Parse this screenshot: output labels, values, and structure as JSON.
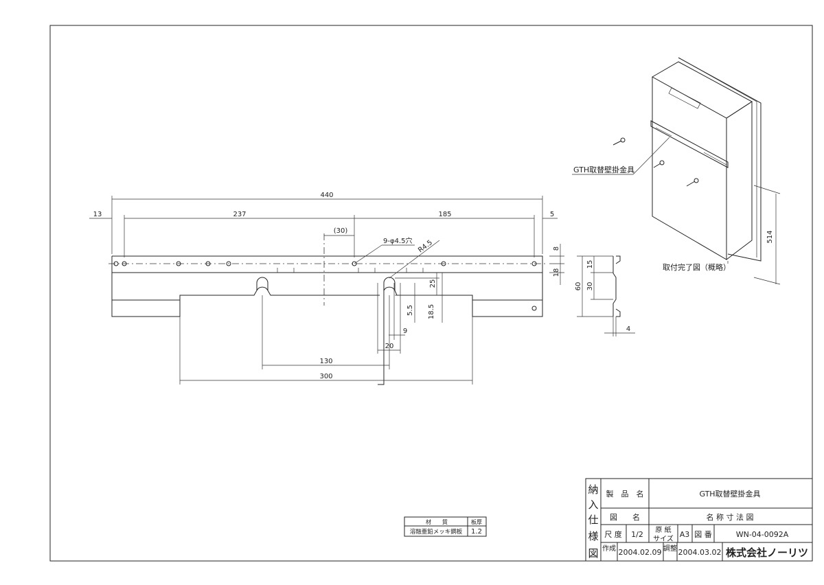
{
  "dimensions": {
    "overall_length": "440",
    "left_margin": "13",
    "left_span": "237",
    "right_span": "185",
    "right_margin": "5",
    "center_offset": "(30)",
    "holes_note": "9-φ4.5穴",
    "radius_note": "R4.5",
    "hole_from_top": "8",
    "hole_spacing_v": "18",
    "slot_depth": "25",
    "slot_5_5": "5.5",
    "slot_18_5": "18.5",
    "slot_width_9": "9",
    "slot_spacing_20": "20",
    "slots_pitch": "130",
    "bottom_width": "300",
    "section_15": "15",
    "section_30": "30",
    "section_60": "60",
    "section_4": "4",
    "iso_height": "514"
  },
  "iso": {
    "label_part": "GTH取替壁掛金具",
    "caption": "取付完了図（概略）"
  },
  "material_table": {
    "headers": [
      "材　　質",
      "板厚"
    ],
    "material": "溶融亜鉛メッキ鋼板",
    "thickness": "1.2"
  },
  "title_block": {
    "side_label": [
      "納",
      "入",
      "仕",
      "様",
      "図"
    ],
    "product_name_label": "製　品　名",
    "product_name": "GTH取替壁掛金具",
    "drawing_name_label": "図　　名",
    "drawing_name": "名 称 寸 法 図",
    "scale_label": "尺 度",
    "scale": "1/2",
    "paper_label_1": "原 紙",
    "paper_label_2": "サイズ",
    "paper": "A3",
    "dwg_no_label": "図 番",
    "dwg_no": "WN-04-0092A",
    "created_label": "作成",
    "created": "2004.02.09",
    "adjusted_label": "調整",
    "adjusted": "2004.03.02",
    "company": "株式会社ノーリツ"
  }
}
